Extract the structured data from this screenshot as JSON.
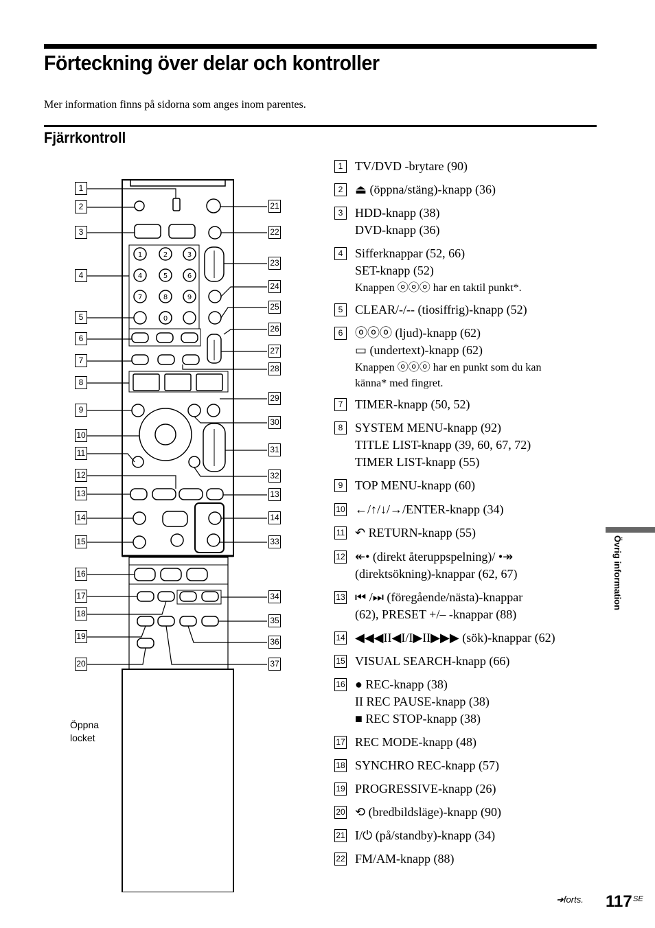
{
  "title": "Förteckning över delar och kontroller",
  "intro": "Mer information finns på sidorna som anges inom parentes.",
  "section": "Fjärrkontroll",
  "side_label": "Övrig information",
  "caption": [
    "Öppna",
    "locket"
  ],
  "footer": {
    "forts": "forts.",
    "page": "117",
    "suffix": "SE"
  },
  "items": [
    {
      "n": "1",
      "lines": [
        "TV/DVD -brytare (90)"
      ]
    },
    {
      "n": "2",
      "lines": [
        "⏏ (öppna/stäng)-knapp (36)"
      ]
    },
    {
      "n": "3",
      "lines": [
        "HDD-knapp (38)",
        "DVD-knapp (36)"
      ]
    },
    {
      "n": "4",
      "lines": [
        "Sifferknappar (52, 66)",
        "SET-knapp (52)"
      ],
      "note": "Knappen ⓞⓞⓞ har en taktil punkt*."
    },
    {
      "n": "5",
      "lines": [
        "CLEAR/-/-- (tiosiffrig)-knapp (52)"
      ]
    },
    {
      "n": "6",
      "lines": [
        "ⓞⓞⓞ (ljud)-knapp (62)",
        "▭ (undertext)-knapp (62)"
      ],
      "note": "Knappen ⓞⓞⓞ har en punkt som du kan",
      "note2": "känna* med fingret."
    },
    {
      "n": "7",
      "lines": [
        "TIMER-knapp (50, 52)"
      ]
    },
    {
      "n": "8",
      "lines": [
        "SYSTEM MENU-knapp (92)",
        "TITLE LIST-knapp (39, 60, 67, 72)",
        "TIMER LIST-knapp (55)"
      ]
    },
    {
      "n": "9",
      "lines": [
        "TOP MENU-knapp (60)"
      ]
    },
    {
      "n": "10",
      "lines": [
        "←/↑/↓/→/ENTER-knapp (34)"
      ]
    },
    {
      "n": "11",
      "lines": [
        "↶ RETURN-knapp (55)"
      ]
    },
    {
      "n": "12",
      "lines": [
        "↞• (direkt återuppspelning)/ •↠",
        "(direktsökning)-knappar (62, 67)"
      ]
    },
    {
      "n": "13",
      "lines": [
        "⏮ /⏭ (föregående/nästa)-knappar",
        "(62), PRESET +/– -knappar (88)"
      ]
    },
    {
      "n": "14",
      "lines": [
        "◀◀◀II◀I/I▶II▶▶▶ (sök)-knappar (62)"
      ]
    },
    {
      "n": "15",
      "lines": [
        "VISUAL SEARCH-knapp (66)"
      ]
    },
    {
      "n": "16",
      "lines": [
        "● REC-knapp (38)",
        "II REC PAUSE-knapp (38)",
        "■ REC STOP-knapp (38)"
      ]
    },
    {
      "n": "17",
      "lines": [
        "REC MODE-knapp (48)"
      ]
    },
    {
      "n": "18",
      "lines": [
        "SYNCHRO REC-knapp (57)"
      ]
    },
    {
      "n": "19",
      "lines": [
        "PROGRESSIVE-knapp (26)"
      ]
    },
    {
      "n": "20",
      "lines": [
        "⟲ (bredbildsläge)-knapp (90)"
      ]
    },
    {
      "n": "21",
      "lines": [
        "I/⏻ (på/standby)-knapp (34)"
      ]
    },
    {
      "n": "22",
      "lines": [
        "FM/AM-knapp (88)"
      ]
    }
  ],
  "remote_left_labels": [
    "1",
    "2",
    "3",
    "4",
    "5",
    "6",
    "7",
    "8",
    "9",
    "10",
    "11",
    "12",
    "13",
    "14",
    "15",
    "16",
    "17",
    "18",
    "19",
    "20"
  ],
  "remote_right_labels": [
    "21",
    "22",
    "23",
    "24",
    "25",
    "26",
    "27",
    "28",
    "29",
    "30",
    "31",
    "32",
    "13",
    "14",
    "33",
    "34",
    "35",
    "36",
    "37"
  ],
  "digits": [
    "1",
    "2",
    "3",
    "4",
    "5",
    "6",
    "7",
    "8",
    "9",
    "0"
  ]
}
